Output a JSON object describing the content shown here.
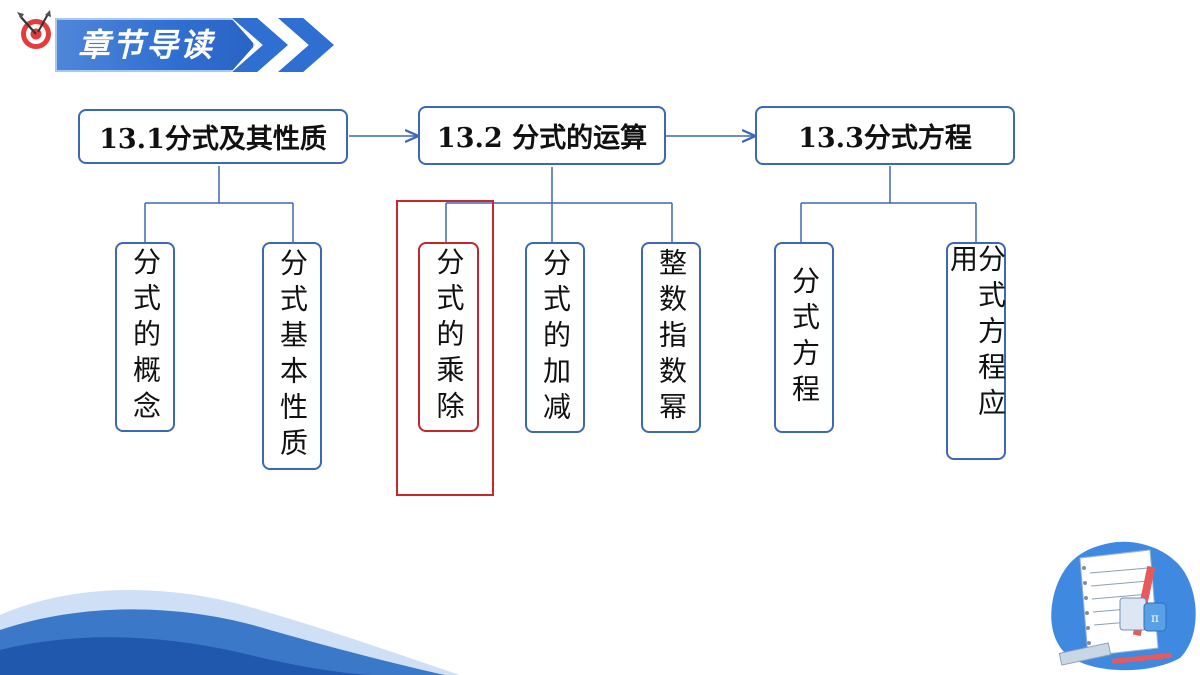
{
  "header": {
    "title": "章节导读",
    "icon": "dart-target-icon"
  },
  "diagram": {
    "sections": [
      {
        "label": "13.1分式及其性质",
        "children": [
          "分式的概念",
          "分式基本性质"
        ]
      },
      {
        "label": "13.2 分式的运算",
        "children": [
          "分式的乘除",
          "分式的加减",
          "整数指数幂"
        ]
      },
      {
        "label": "13.3分式方程",
        "children": [
          "分式方程",
          "分式方程应用"
        ]
      }
    ],
    "highlighted": "分式的乘除"
  },
  "colors": {
    "accent": "#2f6fd1",
    "box_border": "#3c68b5",
    "highlight": "#c8282d"
  },
  "decor": {
    "illustration": "math-notebook-illustration"
  }
}
